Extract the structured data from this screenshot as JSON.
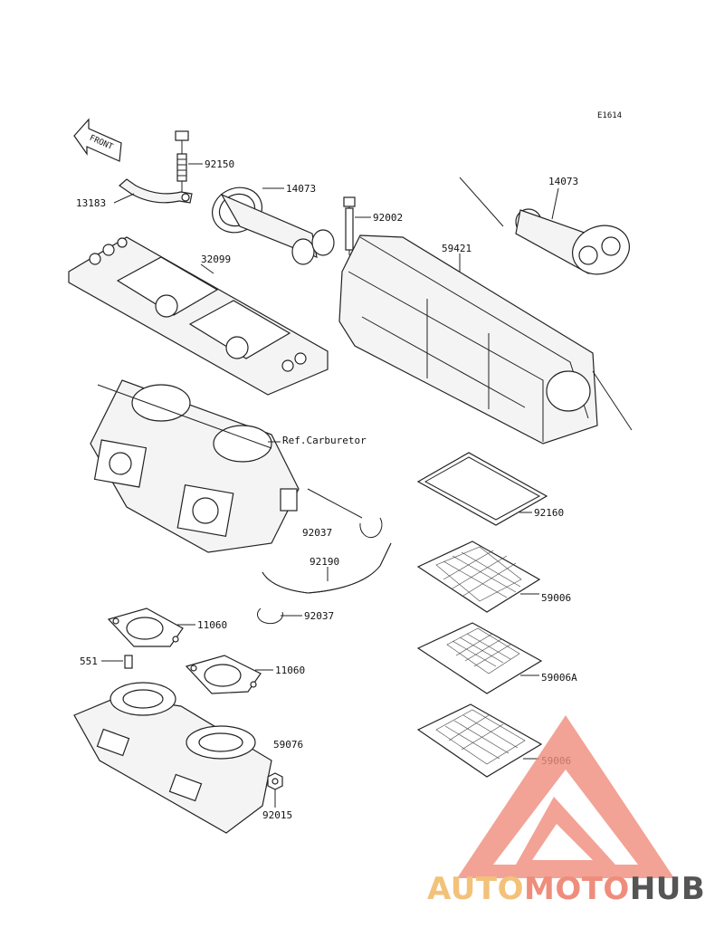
{
  "diagram_code": "E1614",
  "front_marker": "FRONT",
  "parts": {
    "p92150": "92150",
    "p13183": "13183",
    "p14073_left": "14073",
    "p14073_right": "14073",
    "p92002": "92002",
    "p59421": "59421",
    "p32099": "32099",
    "ref_carburetor": "Ref.Carburetor",
    "p92037_upper": "92037",
    "p92160": "92160",
    "p92190": "92190",
    "p59006_upper": "59006",
    "p92037_lower": "92037",
    "p11060_upper": "11060",
    "p551": "551",
    "p11060_lower": "11060",
    "p59006A": "59006A",
    "p59076": "59076",
    "p59006_lower": "59006",
    "p92015": "92015"
  },
  "watermark": {
    "part1": "AUTO",
    "part2": "MOTO",
    "part3": "HUB",
    "color_auto": "#f3c27a",
    "color_moto": "#ef8d7d",
    "color_hub": "#555555",
    "triangle_color": "#ef8d7d"
  }
}
